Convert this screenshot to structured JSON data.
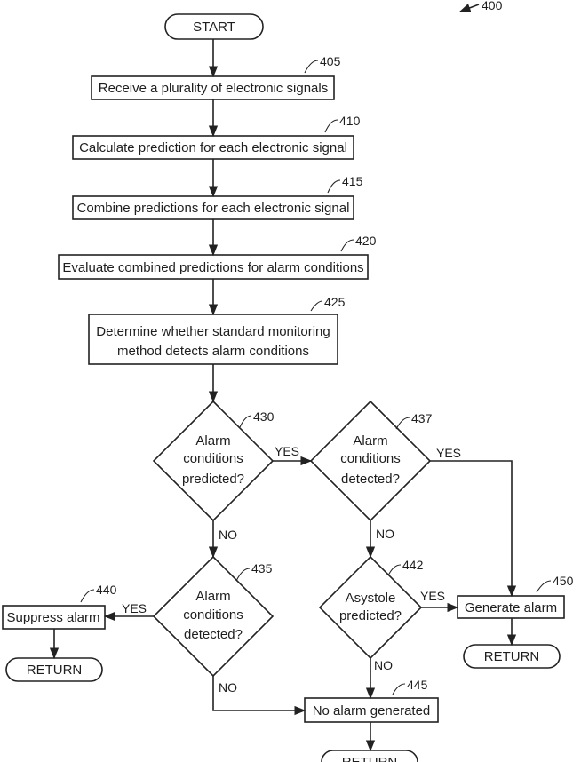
{
  "figure_ref": "400",
  "nodes": {
    "start": {
      "label": "START"
    },
    "n405": {
      "label": "Receive a plurality of electronic signals",
      "ref": "405"
    },
    "n410": {
      "label": "Calculate prediction for each electronic signal",
      "ref": "410"
    },
    "n415": {
      "label": "Combine predictions for each electronic signal",
      "ref": "415"
    },
    "n420": {
      "label": "Evaluate combined predictions for alarm conditions",
      "ref": "420"
    },
    "n425": {
      "label_line1": "Determine whether standard monitoring",
      "label_line2": "method detects alarm conditions",
      "ref": "425"
    },
    "n430": {
      "label_line1": "Alarm",
      "label_line2": "conditions",
      "label_line3": "predicted?",
      "ref": "430"
    },
    "n437": {
      "label_line1": "Alarm",
      "label_line2": "conditions",
      "label_line3": "detected?",
      "ref": "437"
    },
    "n435": {
      "label_line1": "Alarm",
      "label_line2": "conditions",
      "label_line3": "detected?",
      "ref": "435"
    },
    "n442": {
      "label_line1": "Asystole",
      "label_line2": "predicted?",
      "ref": "442"
    },
    "n440": {
      "label": "Suppress alarm",
      "ref": "440"
    },
    "n450": {
      "label": "Generate alarm",
      "ref": "450"
    },
    "n445": {
      "label": "No alarm generated",
      "ref": "445"
    },
    "return_440": {
      "label": "RETURN"
    },
    "return_450": {
      "label": "RETURN"
    },
    "return_445": {
      "label": "RETURN"
    }
  },
  "edge_labels": {
    "yes_430_437": "YES",
    "yes_437_450": "YES",
    "no_430_435": "NO",
    "no_437_442": "NO",
    "yes_435_440": "YES",
    "yes_442_450": "YES",
    "no_442_445": "NO",
    "no_435_445": "NO"
  }
}
